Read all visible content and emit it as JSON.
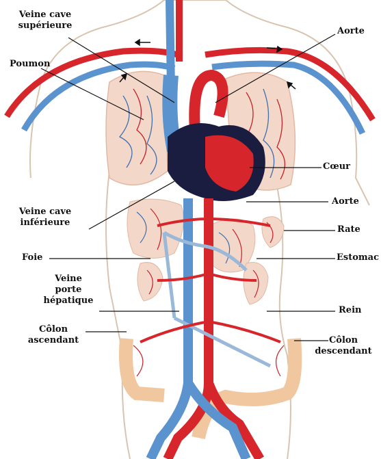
{
  "labels": {
    "veine_cave_superieure": [
      "Veine cave",
      "supérieure"
    ],
    "aorte_top": "Aorte",
    "poumon": "Poumon",
    "coeur": "Cœur",
    "aorte_mid": "Aorte",
    "veine_cave_inferieure": [
      "Veine cave",
      "inférieure"
    ],
    "rate": "Rate",
    "foie": "Foie",
    "estomac": "Estomac",
    "veine_porte": [
      "Veine",
      "porte",
      "hépatique"
    ],
    "rein": "Rein",
    "colon_ascendant": [
      "Côlon",
      "ascendant"
    ],
    "colon_descendant": [
      "Côlon",
      "descendant"
    ]
  },
  "colors": {
    "artery": "#d7262b",
    "vein": "#5b93cf",
    "heart": "#1a1d3f",
    "organ": "#f4d8c8",
    "skin_outline": "#c9b6a4"
  }
}
